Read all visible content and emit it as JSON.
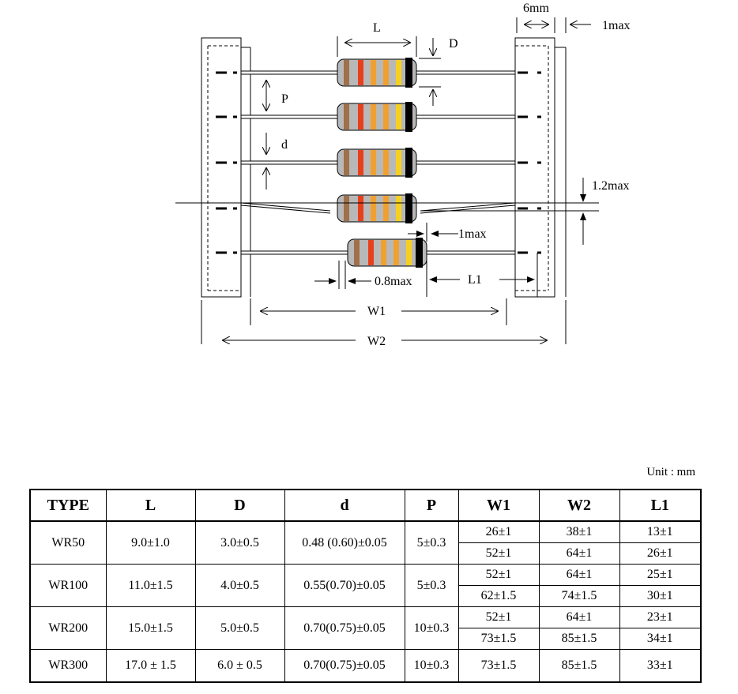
{
  "diagram": {
    "labels": {
      "six_mm": "6mm",
      "one_max_top": "1max",
      "L": "L",
      "D": "D",
      "P": "P",
      "d": "d",
      "one_two_max": "1.2max",
      "one_max_mid": "1max",
      "zero_eight_max": "0.8max",
      "L1": "L1",
      "W1": "W1",
      "W2": "W2"
    },
    "colors": {
      "body": "#b8b8b8",
      "band_brown": "#a0704a",
      "band_red": "#e8401c",
      "band_orange": "#f0a030",
      "band_yellow": "#f5d020",
      "band_black": "#000000",
      "tape": "#ffffff"
    }
  },
  "table": {
    "unit": "Unit : mm",
    "headers": [
      "TYPE",
      "L",
      "D",
      "d",
      "P",
      "W1",
      "W2",
      "L1"
    ],
    "rows": [
      {
        "type": "WR50",
        "L": "9.0±1.0",
        "D": "3.0±0.5",
        "d": "0.48 (0.60)±0.05",
        "P": "5±0.3",
        "sub": [
          {
            "W1": "26±1",
            "W2": "38±1",
            "L1": "13±1"
          },
          {
            "W1": "52±1",
            "W2": "64±1",
            "L1": "26±1"
          }
        ]
      },
      {
        "type": "WR100",
        "L": "11.0±1.5",
        "D": "4.0±0.5",
        "d": "0.55(0.70)±0.05",
        "P": "5±0.3",
        "sub": [
          {
            "W1": "52±1",
            "W2": "64±1",
            "L1": "25±1"
          },
          {
            "W1": "62±1.5",
            "W2": "74±1.5",
            "L1": "30±1"
          }
        ]
      },
      {
        "type": "WR200",
        "L": "15.0±1.5",
        "D": "5.0±0.5",
        "d": "0.70(0.75)±0.05",
        "P": "10±0.3",
        "sub": [
          {
            "W1": "52±1",
            "W2": "64±1",
            "L1": "23±1"
          },
          {
            "W1": "73±1.5",
            "W2": "85±1.5",
            "L1": "34±1"
          }
        ]
      },
      {
        "type": "WR300",
        "L": "17.0 ± 1.5",
        "D": "6.0 ± 0.5",
        "d": "0.70(0.75)±0.05",
        "P": "10±0.3",
        "sub": [
          {
            "W1": "73±1.5",
            "W2": "85±1.5",
            "L1": "33±1"
          }
        ]
      }
    ]
  }
}
